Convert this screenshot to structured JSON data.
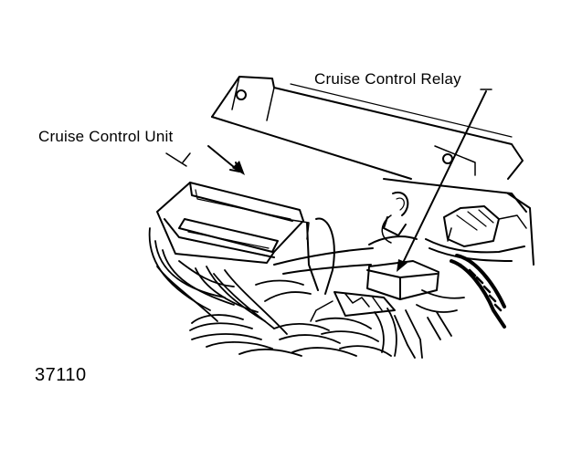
{
  "diagram": {
    "labels": {
      "cruise_control_unit": "Cruise Control Unit",
      "cruise_control_relay": "Cruise Control Relay"
    },
    "figure_number": "37110",
    "line_color": "#000000",
    "background_color": "#ffffff"
  }
}
